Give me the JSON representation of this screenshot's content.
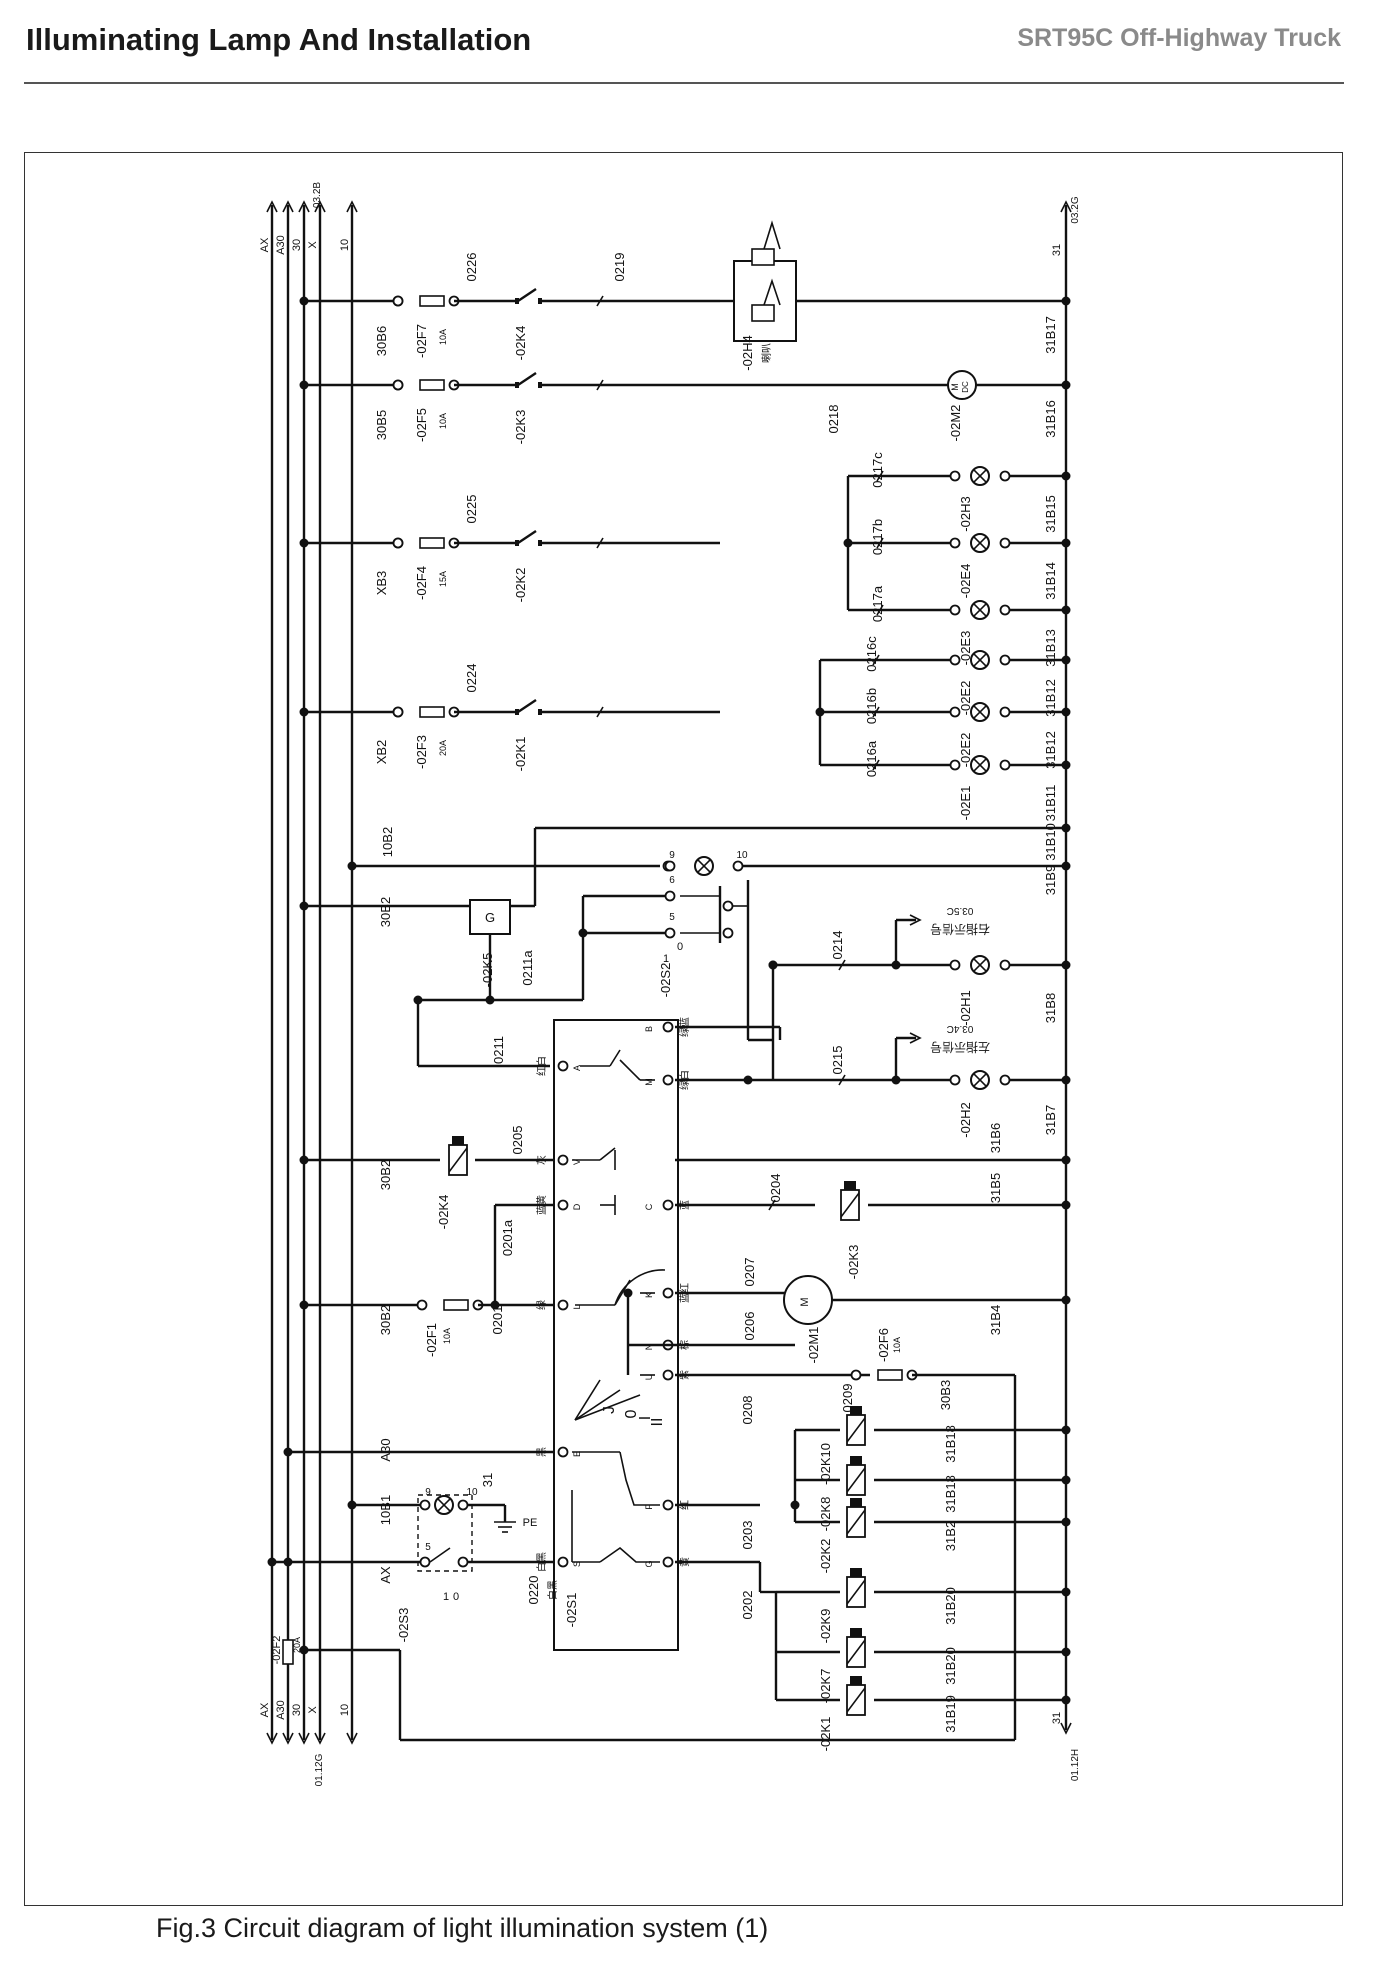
{
  "header": {
    "title": "Illuminating Lamp And Installation",
    "document": "SRT95C Off-Highway Truck"
  },
  "caption": "Fig.3 Circuit diagram of light illumination system (1)",
  "diagram": {
    "buses_left": [
      "AX",
      "A30",
      "30",
      "X",
      "10"
    ],
    "bus_ref_top": "03.2B",
    "bus_ref_bottom": "01.12G",
    "ground_label": "31",
    "ground_ref_top": "03.2G",
    "ground_ref_bottom": "01.12H",
    "pe_label": "PE",
    "rows": [
      {
        "source": "30B6",
        "fuse": "-02F7",
        "rating": "10A",
        "wire": "0226",
        "relay": "-02K4",
        "wire2": "0219",
        "load": "-02H4",
        "load_note": "喇叭",
        "ret": "31B17"
      },
      {
        "source": "30B5",
        "fuse": "-02F5",
        "rating": "10A",
        "relay": "-02K3",
        "wire2": "0218",
        "load": "-02M2",
        "ret": "31B16"
      },
      {
        "source": "XB3",
        "fuse": "-02F4",
        "rating": "15A",
        "wire": "0225",
        "relay": "-02K2",
        "ret": "31B14"
      },
      {
        "source": "XB2",
        "fuse": "-02F3",
        "rating": "20A",
        "wire": "0224",
        "relay": "-02K1",
        "ret": "31B12"
      }
    ],
    "lamps_h": [
      {
        "id": "-02H3",
        "wire": "0217c",
        "ret": "31B15"
      },
      {
        "id": "-02E4",
        "wire": "0217b",
        "ret": "31B14"
      },
      {
        "id": "-02E3",
        "wire": "0217a",
        "ret": "31B13"
      }
    ],
    "lamps_e": [
      {
        "id": "-02E2",
        "wire": "0216c",
        "ret": "31B12"
      },
      {
        "id": "-02E2",
        "wire": "0216b",
        "ret": "31B12"
      },
      {
        "id": "-02E1",
        "wire": "0216a",
        "ret": "31B11"
      }
    ],
    "misc_labels": {
      "b10": "10B2",
      "r10": "31B10",
      "r9": "31B9",
      "b2a": "30B2",
      "k5": "-02K5",
      "w211a": "0211a",
      "s2": "-02S2",
      "w214": "0214",
      "h1": "-02H1",
      "r8": "31B8",
      "w211": "0211",
      "w215": "0215",
      "h2": "-02H2",
      "r7": "31B7",
      "right_sig": "右指示信号",
      "right_ref": "03.5C",
      "left_sig": "左指示信号",
      "left_ref": "03.4C",
      "b2b": "30B2",
      "k4": "-02K4",
      "w205": "0205",
      "r5": "31B5",
      "r6": "31B6",
      "w201a": "0201a",
      "w204": "0204",
      "k3": "-02K3",
      "w207": "0207",
      "b2c": "30B2",
      "f1": "-02F1",
      "f1r": "10A",
      "w201": "0201",
      "w206": "0206",
      "m1": "-02M1",
      "w209": "0209",
      "f6": "-02F6",
      "f6r": "10A",
      "b3": "30B3",
      "r4": "31B4",
      "w208": "0208",
      "k10": "-02K10",
      "k8": "-02K8",
      "k2": "-02K2",
      "r18a": "31B18",
      "r18b": "31B18",
      "r2": "31B2",
      "a30": "A30",
      "b1": "10B1",
      "g31": "31",
      "ax": "AX",
      "s3": "-02S3",
      "w220": "0220",
      "w220n": "白黑",
      "s1": "-02S1",
      "w203": "0203",
      "w202": "0202",
      "k9": "-02K9",
      "k7": "-02K7",
      "k1": "-02K1",
      "r20a": "31B20",
      "r20b": "31B20",
      "r19": "31B19",
      "f2": "-02F2",
      "f2r": "20A",
      "sw_pos": [
        "J",
        "0",
        "I",
        "II"
      ],
      "s1_pins": [
        "A",
        "V",
        "D",
        "L",
        "E",
        "S",
        "B",
        "M",
        "C",
        "K",
        "N",
        "U",
        "F",
        "G"
      ],
      "s1_colors": [
        "红白",
        "灰",
        "蓝黄",
        "绿",
        "黑",
        "白黑",
        "绿蓝",
        "绿白",
        "蓝",
        "蓝红",
        "棕",
        "紫",
        "红",
        "黄"
      ],
      "m1_colors": [
        "蓝",
        "红",
        "黑",
        "绿",
        "黄"
      ],
      "s2_pins": [
        "5",
        "6",
        "9",
        "10"
      ],
      "s3_pins": [
        "5",
        "9",
        "10"
      ],
      "switch_pos": [
        "1",
        "0"
      ],
      "motor_top": "M\nDC",
      "motor": "M",
      "g_label": "G"
    }
  }
}
